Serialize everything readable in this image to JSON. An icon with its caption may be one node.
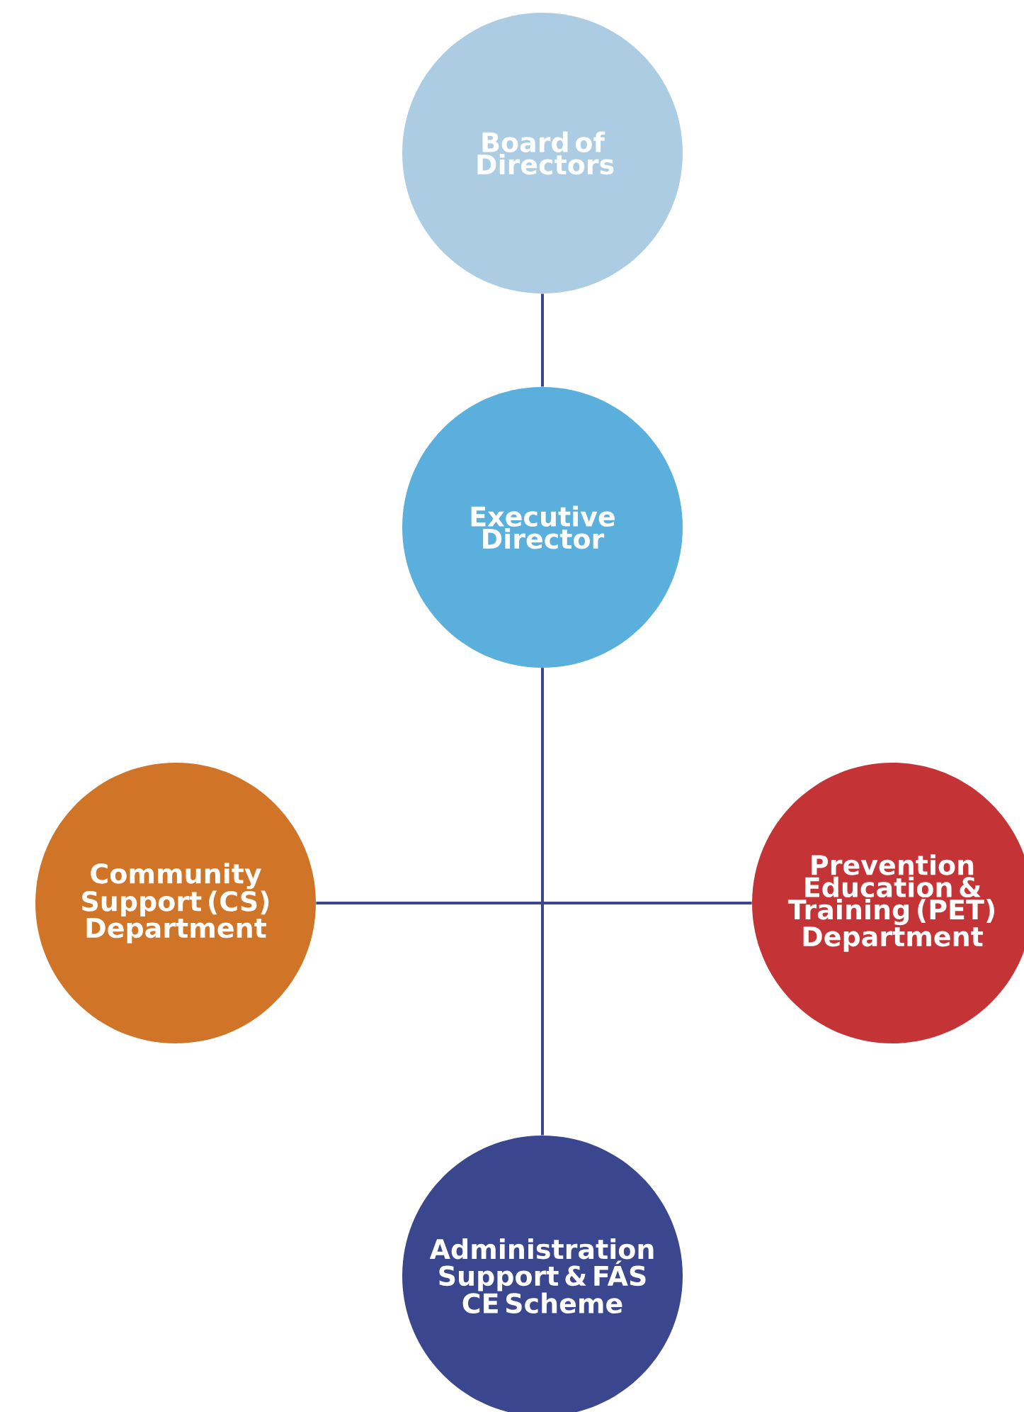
{
  "diagram": {
    "nodes": [
      {
        "text": [
          "Board of Directors"
        ]
      },
      {
        "text": [
          "Executive Director"
        ]
      },
      {
        "text": [
          "Community Support (CS) Department"
        ]
      },
      {
        "text": [
          "Prevention Education & Training (PET) Department"
        ]
      },
      {
        "text": [
          "Administration Support & FÁS CE Scheme"
        ]
      }
    ],
    "edges": [
      {
        "from": 0,
        "to": 1,
        "arrow": "none"
      },
      {
        "from": 1,
        "to": 2,
        "arrow": "none"
      },
      {
        "from": 1,
        "to": 3,
        "arrow": "none"
      },
      {
        "from": 1,
        "to": 4,
        "arrow": "none"
      }
    ]
  }
}
